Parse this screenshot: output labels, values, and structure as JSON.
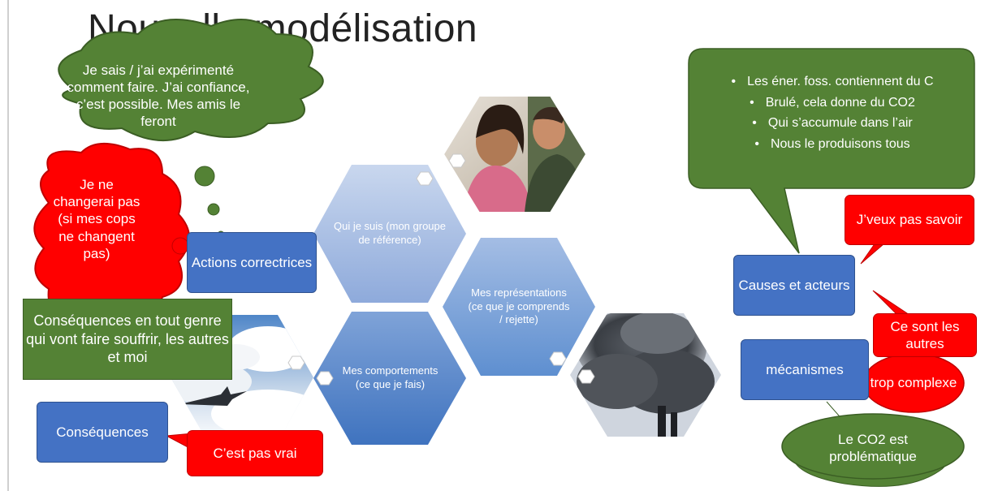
{
  "title": "Nouvelle modélisation",
  "colors": {
    "blue_box": "#4472c4",
    "red_box": "#ff0000",
    "green_box": "#548235",
    "hex_light": "#a9bfe0",
    "hex_mid": "#5b8fd0"
  },
  "hexagons": {
    "identity": "Qui je suis (mon groupe de référence)",
    "representations": "Mes représentations (ce que je comprends / rejette)",
    "behaviours": "Mes comportements (ce que je fais)"
  },
  "photos": {
    "people": "people-photo",
    "smoke": "smoke-stack-photo",
    "plane": "airplane-clouds-photo"
  },
  "left": {
    "cloud_green": "Je sais / j’ai expérimenté comment faire. J’ai confiance, c’est possible. Mes amis le feront",
    "cloud_red": "Je ne changerai pas (si mes cops ne changent pas)",
    "actions_box": "Actions correctrices",
    "consequences_callout": "Conséquences en tout genre qui vont faire souffrir, les autres et moi",
    "consequences_box": "Conséquences",
    "not_true": "C’est pas vrai"
  },
  "right": {
    "bullets": [
      "Les éner. foss. contiennent du C",
      "Brulé, cela donne du CO2",
      "Qui s’accumule dans l’air",
      "Nous le produisons tous"
    ],
    "dont_know": "J’veux pas savoir",
    "causes_box": "Causes et acteurs",
    "others": "Ce sont les autres",
    "mechanisms_box": "mécanismes",
    "too_complex": "trop complexe",
    "co2_problem": "Le CO2 est problématique"
  }
}
